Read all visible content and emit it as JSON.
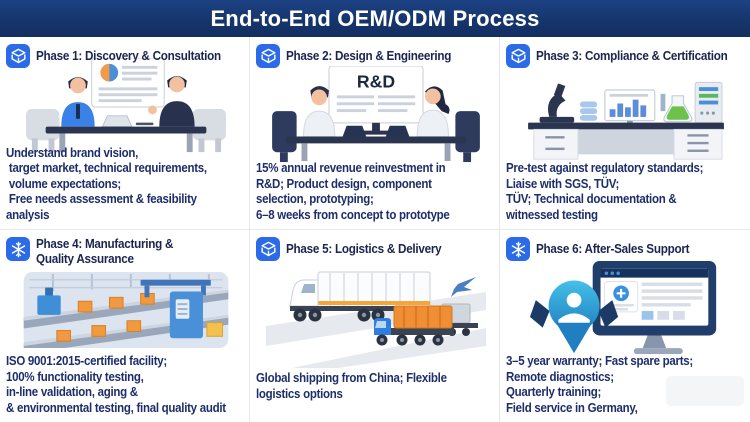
{
  "header": {
    "title": "End-to-End OEM/ODM Process"
  },
  "colors": {
    "header_bg": "#16356b",
    "icon_blue": "#2b6be8",
    "title_navy": "#1b2550",
    "body_navy": "#1d2e6b",
    "divider": "#e6e8ee",
    "panel_bg": "#ffffff",
    "orange_accent": "#f0993f",
    "green_accent": "#6cc24a"
  },
  "phases": [
    {
      "title": "Phase 1: Discovery & Consultation",
      "icon": "package-cube-icon",
      "illustration": "client-consultation-meeting",
      "body": "Understand brand vision,\n target market, technical requirements,\n volume expectations;\n Free needs assessment & feasibility analysis"
    },
    {
      "title": "Phase 2: Design & Engineering",
      "icon": "package-cube-icon",
      "illustration": "rd-team-workstations",
      "monitor_label": "R&D",
      "body": "15% annual revenue reinvestment in\nR&D; Product design, component\nselection, prototyping;\n6–8 weeks from concept to prototype"
    },
    {
      "title": "Phase 3: Compliance & Certification",
      "icon": "package-cube-icon",
      "illustration": "testing-laboratory-bench",
      "body": "Pre-test against regulatory standards;\nLiaise with SGS, TÜV;\nTÜV; Technical documentation &\nwitnessed testing"
    },
    {
      "title": "Phase 4: Manufacturing &\nQuality Assurance",
      "icon": "snowflake-icon",
      "illustration": "factory-conveyor-line",
      "body": "ISO 9001:2015-certified facility;\n100% functionality testing,\nin-line validation, aging &\n& environmental testing, final quality audit"
    },
    {
      "title": "Phase 5: Logistics & Delivery",
      "icon": "package-cube-icon",
      "illustration": "shipping-trucks",
      "body": "Global shipping from China; Flexible\nlogistics options"
    },
    {
      "title": "Phase 6: After-Sales Support",
      "icon": "snowflake-icon",
      "illustration": "remote-support-monitor",
      "body": "3–5 year warranty; Fast spare parts;\nRemote diagnostics;\nQuarterly training;\nField service in Germany,"
    }
  ]
}
